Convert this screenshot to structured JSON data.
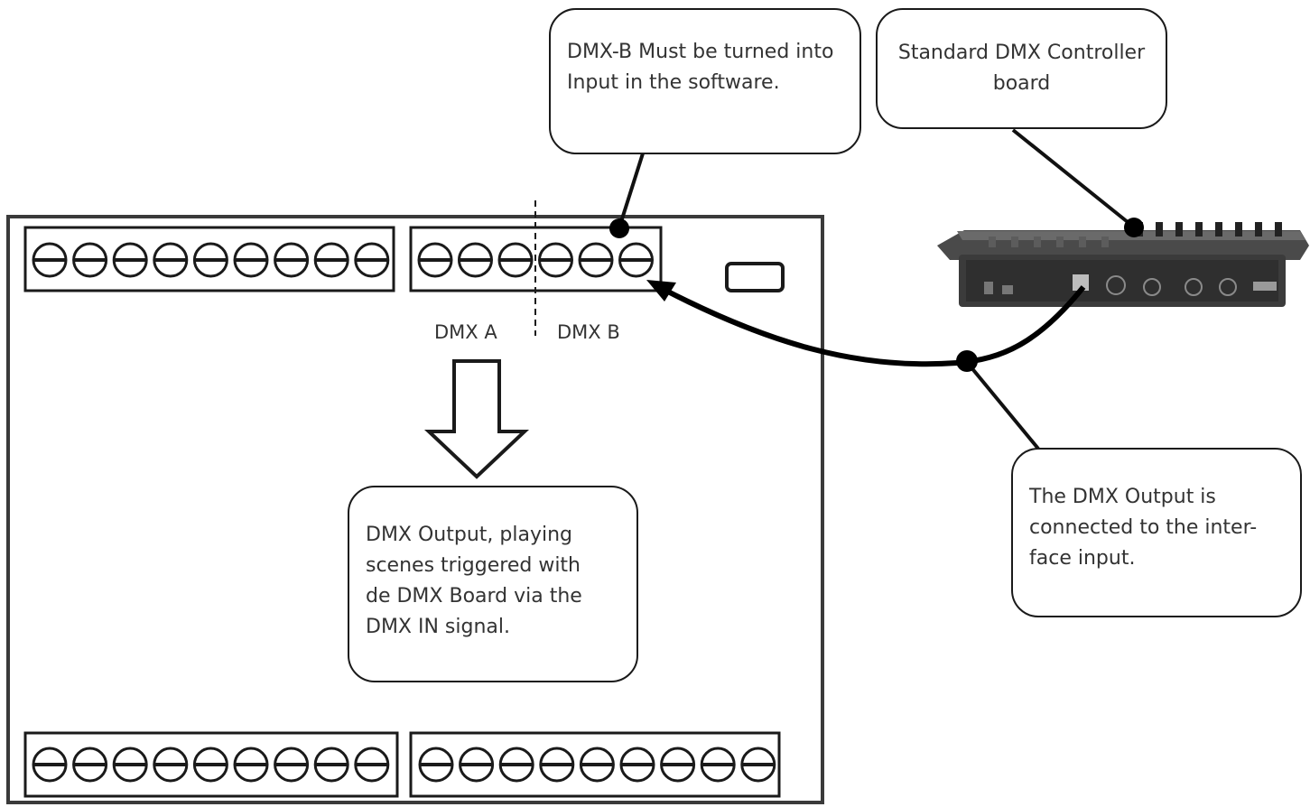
{
  "callouts": {
    "dmx_b_input": "DMX-B Must be turned into Input in the software.",
    "controller": "Standard DMX Controller board",
    "dmx_output_connected": "The DMX Output is connected to the inter-face input.",
    "dmx_output_playing": "DMX Output, playing scenes triggered with de DMX Board via the DMX IN signal."
  },
  "labels": {
    "dmx_a": "DMX A",
    "dmx_b": "DMX B"
  },
  "terminals": {
    "top_left_count": 9,
    "top_right_count": 6,
    "bottom_left_count": 9,
    "bottom_right_count": 9
  },
  "colors": {
    "outline": "#3a3a3a",
    "text": "#333333",
    "wire": "#000000"
  }
}
